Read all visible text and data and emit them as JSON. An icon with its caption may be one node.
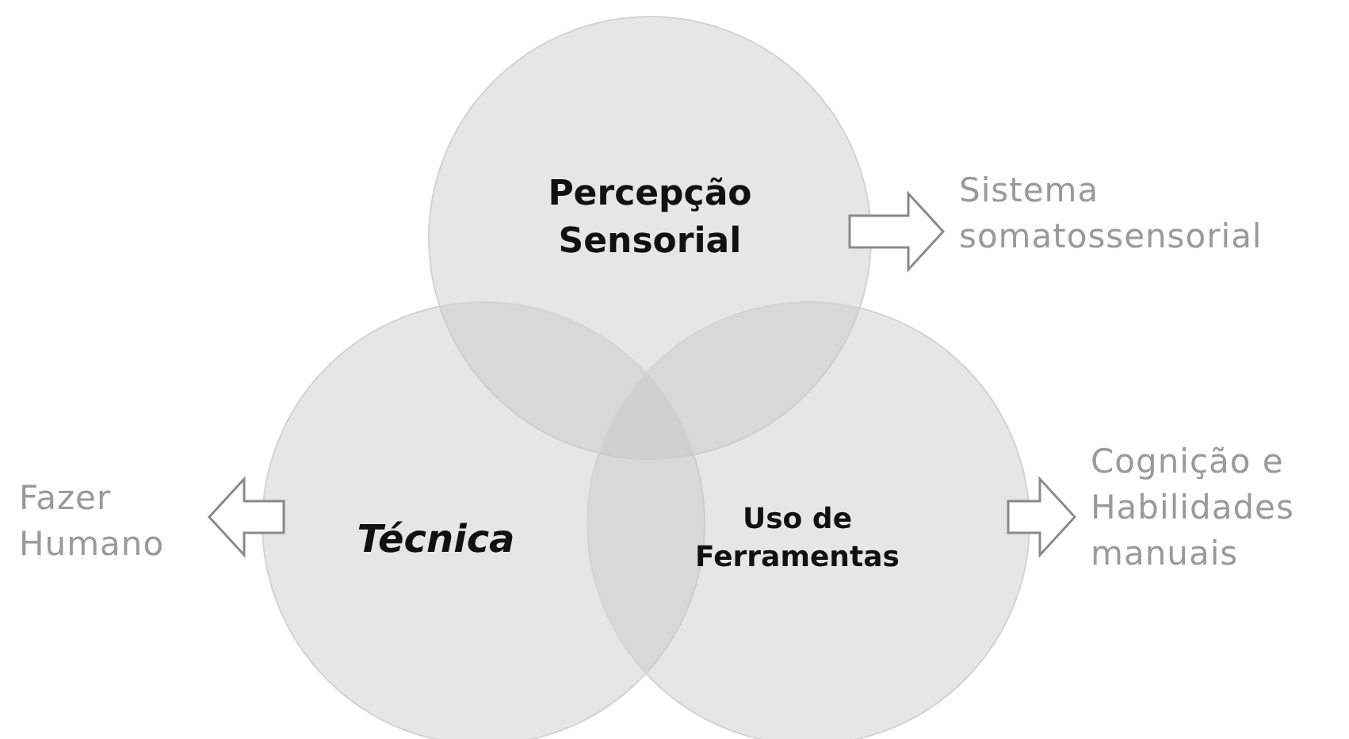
{
  "diagram": {
    "nodes": [
      {
        "text": [
          "Percepção Sensorial"
        ]
      },
      {
        "text": [
          "Sistema somatossensorial"
        ]
      },
      {
        "text": [
          "Técnica"
        ]
      },
      {
        "text": [
          "Fazer Humano"
        ]
      },
      {
        "text": [
          "Uso de Ferramentas"
        ]
      },
      {
        "text": [
          "Cognição e Habilidades manuais"
        ]
      }
    ],
    "edges": [
      {
        "from": 0,
        "to": 1,
        "arrow": "to"
      },
      {
        "from": 2,
        "to": 3,
        "arrow": "to"
      },
      {
        "from": 4,
        "to": 5,
        "arrow": "to"
      }
    ]
  }
}
